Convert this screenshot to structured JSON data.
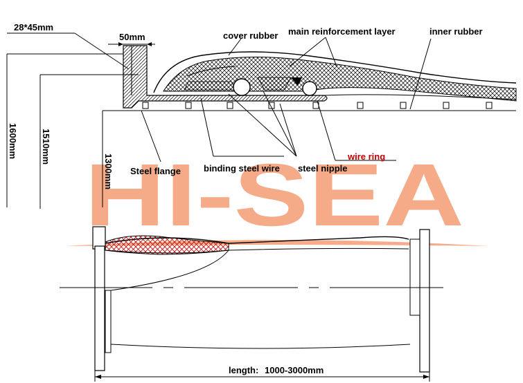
{
  "labels": {
    "flange_dim": "28*45mm",
    "flange_width": "50mm",
    "cover_rubber": "cover rubber",
    "main_reinforcement": "main reinforcement layer",
    "inner_rubber": "inner rubber",
    "dim_1600": "1600mm",
    "dim_1510": "1510mm",
    "dim_1300": "1300mm",
    "wire_ring": "wire ring",
    "steel_flange": "Steel flange",
    "binding_steel_wire": "binding steel wire",
    "steel_nipple": "steel nipple",
    "length_prefix": "length:",
    "length_value": "1000-3000mm"
  },
  "watermark": {
    "text": "HI-SEA",
    "color": "#f4a37c"
  },
  "colors": {
    "line": "#000000",
    "hatch": "#c00000",
    "watermark": "#f4a37c"
  }
}
